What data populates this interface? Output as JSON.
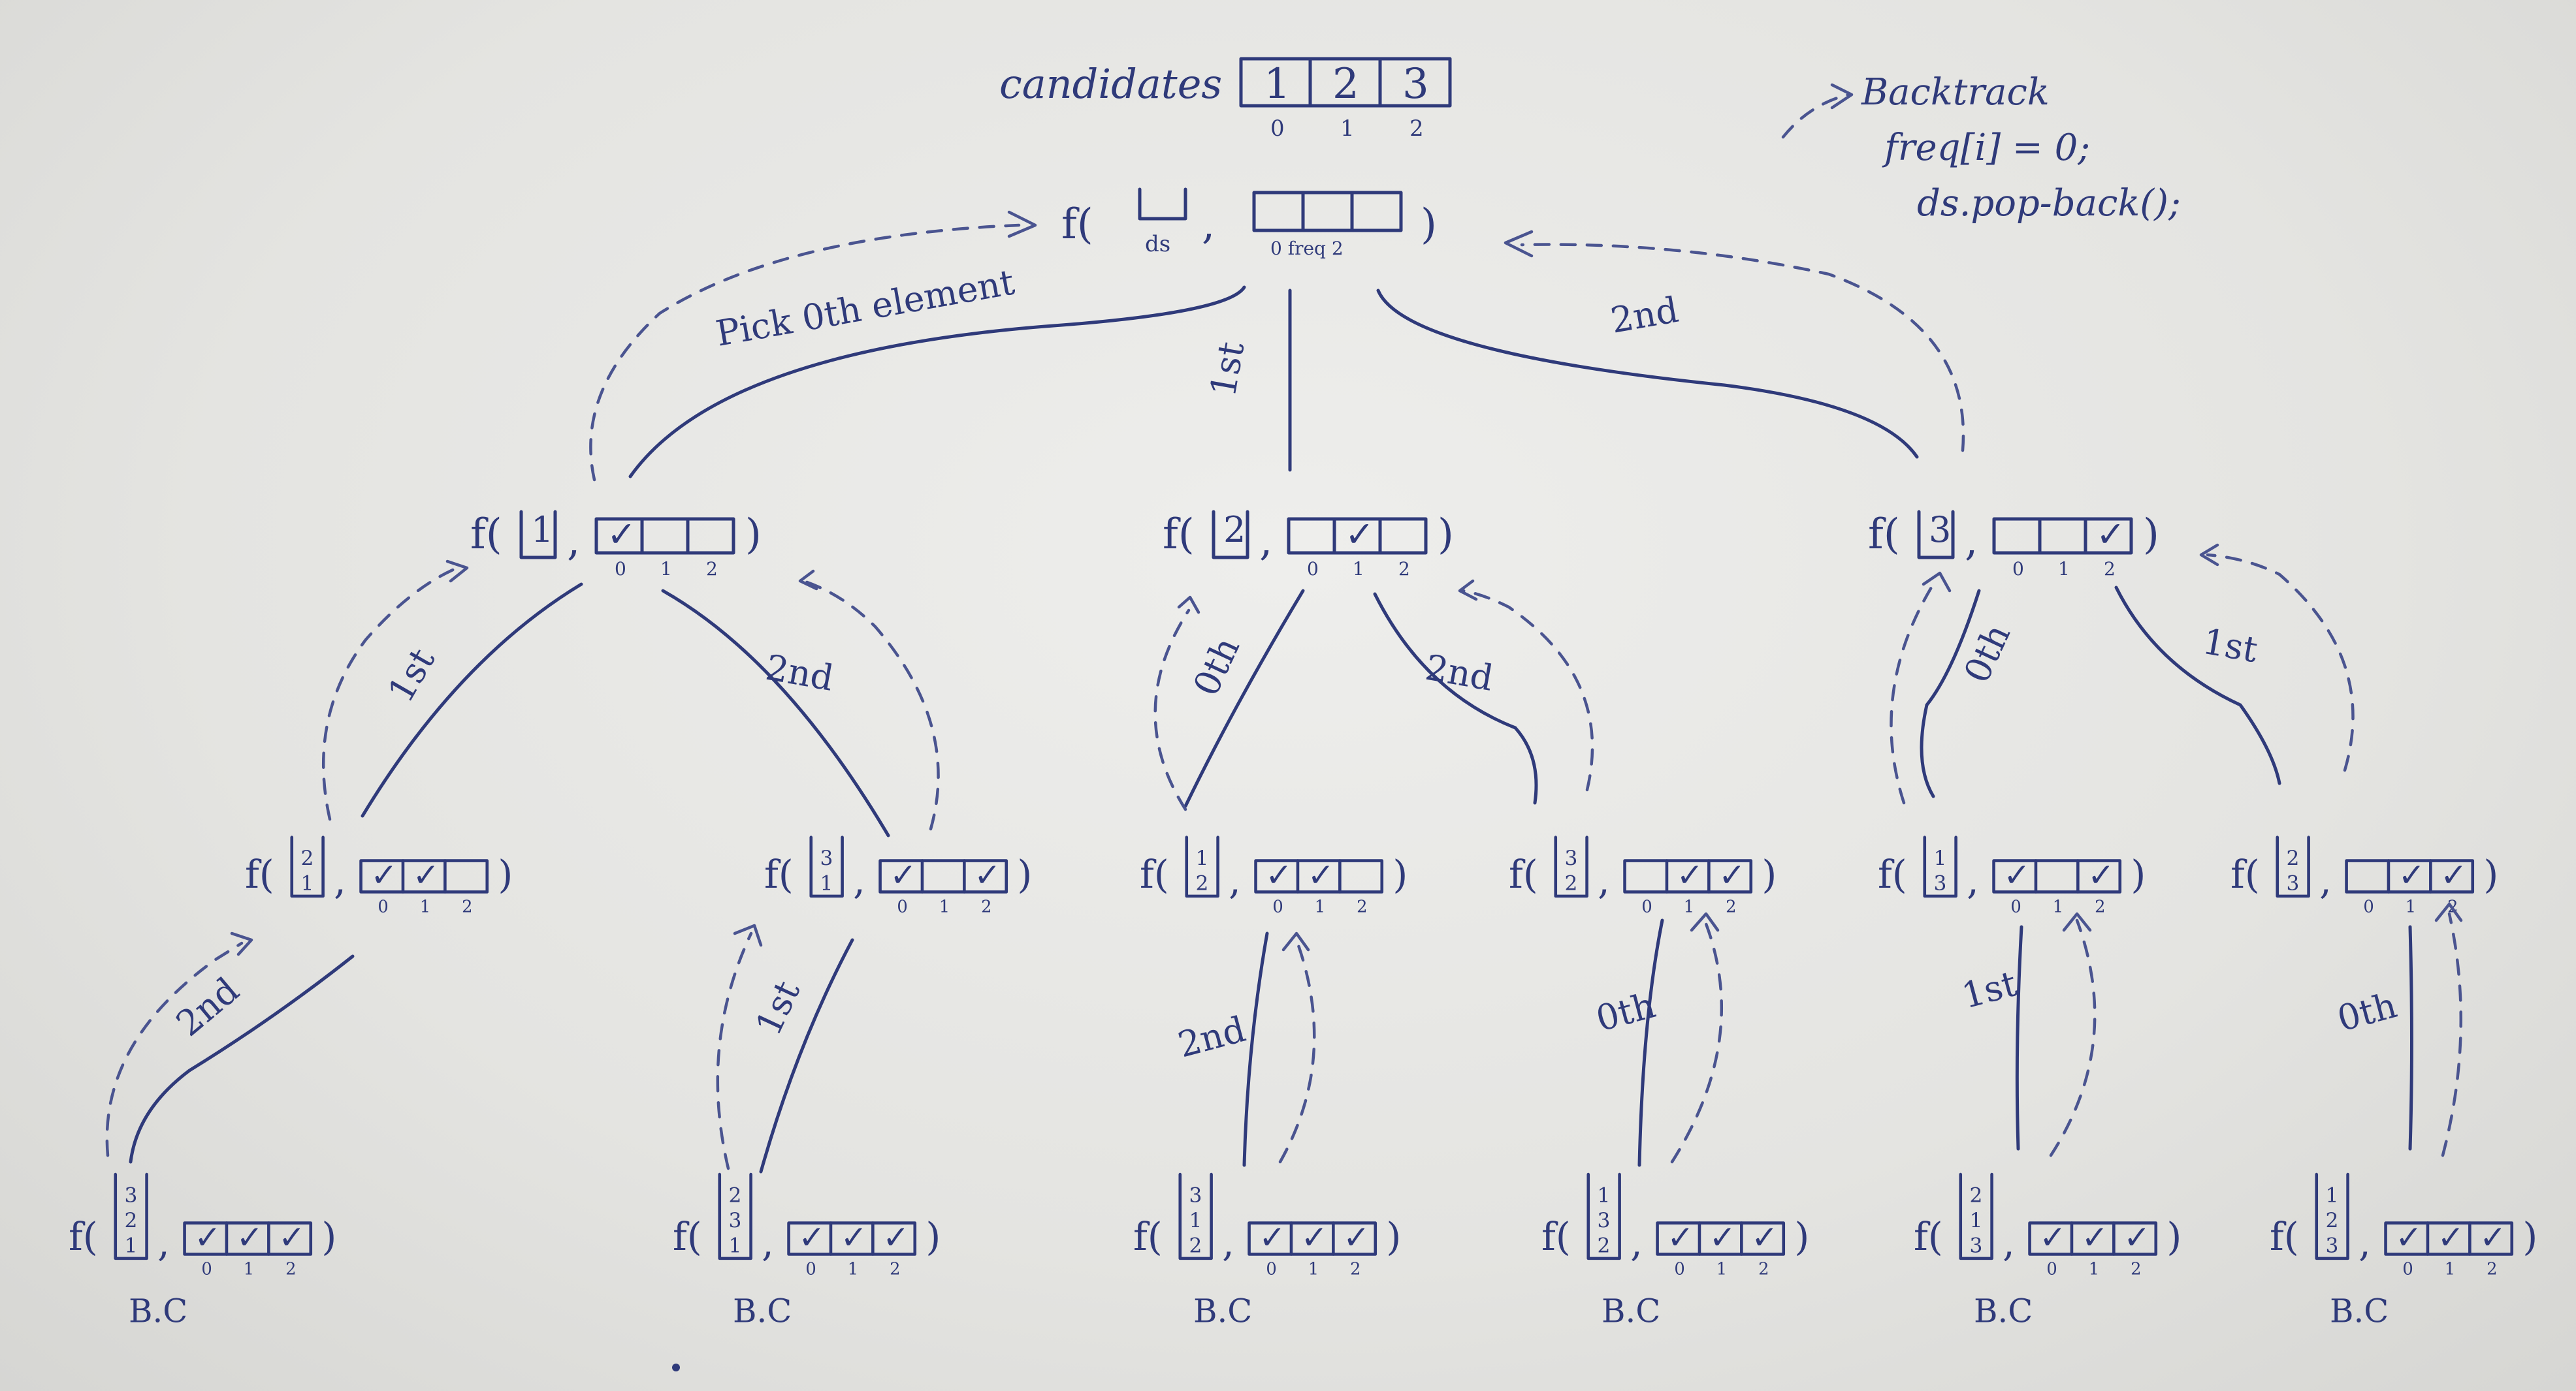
{
  "candidates": {
    "label": "candidates",
    "values": [
      "1",
      "2",
      "3"
    ],
    "indices": [
      "0",
      "1",
      "2"
    ]
  },
  "backtrack": {
    "title": "Backtrack",
    "line1": "freq[i] = 0;",
    "line2": "ds.pop-back();"
  },
  "root": {
    "f": "f(",
    "ds_label": "ds",
    "freq_label": "0 freq 2",
    "close": ")"
  },
  "edge_labels": {
    "root_0": "Pick 0th element",
    "root_1": "1st",
    "root_2": "2nd",
    "l1_0_a": "1st",
    "l1_0_b": "2nd",
    "l1_1_a": "0th",
    "l1_1_b": "2nd",
    "l1_2_a": "0th",
    "l1_2_b": "1st",
    "l2_0": "2nd",
    "l2_1": "1st",
    "l2_2": "2nd",
    "l2_3": "0th",
    "l2_4": "1st",
    "l2_5": "0th"
  },
  "level1": [
    {
      "ds": [
        "1"
      ],
      "checks": [
        "✓",
        "",
        ""
      ]
    },
    {
      "ds": [
        "2"
      ],
      "checks": [
        "",
        "✓",
        ""
      ]
    },
    {
      "ds": [
        "3"
      ],
      "checks": [
        "",
        "",
        "✓"
      ]
    }
  ],
  "level2": [
    {
      "ds": [
        "2",
        "1"
      ],
      "checks": [
        "✓",
        "✓",
        ""
      ]
    },
    {
      "ds": [
        "3",
        "1"
      ],
      "checks": [
        "✓",
        "",
        "✓"
      ]
    },
    {
      "ds": [
        "1",
        "2"
      ],
      "checks": [
        "✓",
        "✓",
        ""
      ]
    },
    {
      "ds": [
        "3",
        "2"
      ],
      "checks": [
        "",
        "✓",
        "✓"
      ]
    },
    {
      "ds": [
        "1",
        "3"
      ],
      "checks": [
        "✓",
        "",
        "✓"
      ]
    },
    {
      "ds": [
        "2",
        "3"
      ],
      "checks": [
        "",
        "✓",
        "✓"
      ]
    }
  ],
  "level3": [
    {
      "ds": [
        "3",
        "2",
        "1"
      ],
      "checks": [
        "✓",
        "✓",
        "✓"
      ],
      "base": "B.C"
    },
    {
      "ds": [
        "2",
        "3",
        "1"
      ],
      "checks": [
        "✓",
        "✓",
        "✓"
      ],
      "base": "B.C"
    },
    {
      "ds": [
        "3",
        "1",
        "2"
      ],
      "checks": [
        "✓",
        "✓",
        "✓"
      ],
      "base": "B.C"
    },
    {
      "ds": [
        "1",
        "3",
        "2"
      ],
      "checks": [
        "✓",
        "✓",
        "✓"
      ],
      "base": "B.C"
    },
    {
      "ds": [
        "2",
        "1",
        "3"
      ],
      "checks": [
        "✓",
        "✓",
        "✓"
      ],
      "base": "B.C"
    },
    {
      "ds": [
        "1",
        "2",
        "3"
      ],
      "checks": [
        "✓",
        "✓",
        "✓"
      ],
      "base": "B.C"
    }
  ],
  "index_labels": [
    "0",
    "1",
    "2"
  ],
  "colors": {
    "ink": "#2f3a7a",
    "paper": "#e8e8e6"
  }
}
